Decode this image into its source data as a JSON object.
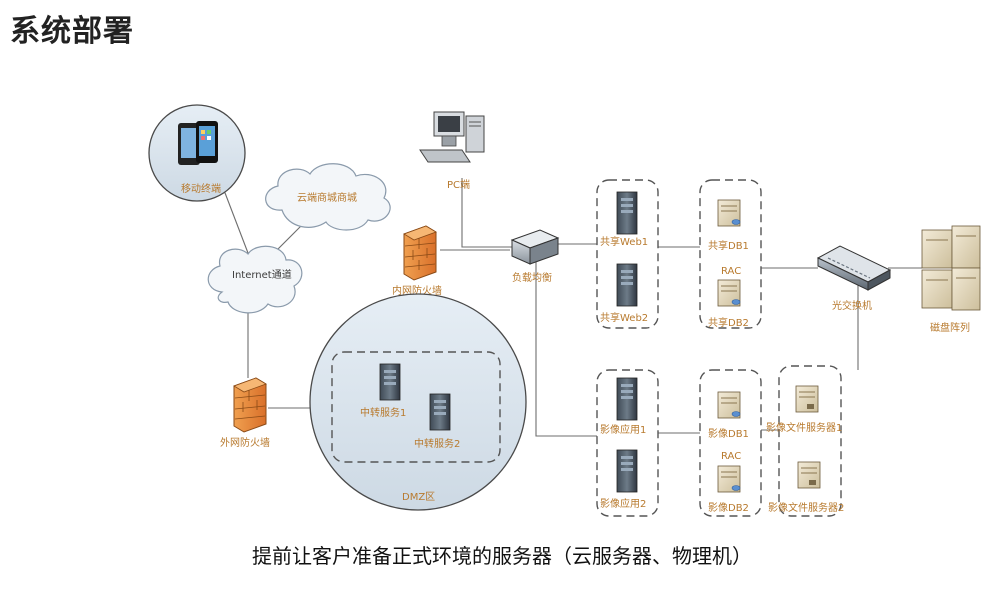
{
  "page": {
    "title": "系统部署",
    "caption": "提前让客户准备正式环境的服务器（云服务器、物理机）"
  },
  "nodes": {
    "mobile": "移动终端",
    "cloud_mall": "云端商城商城",
    "internet": "Internet通道",
    "pc": "PC端",
    "inner_firewall": "内网防火墙",
    "outer_firewall": "外网防火墙",
    "load_balancer": "负载均衡",
    "relay1": "中转服务1",
    "relay2": "中转服务2",
    "dmz": "DMZ区",
    "web1": "共享Web1",
    "web2": "共享Web2",
    "db1": "共享DB1",
    "db2": "共享DB2",
    "rac1": "RAC",
    "fiber_switch": "光交换机",
    "disk_array": "磁盘阵列",
    "img_app1": "影像应用1",
    "img_app2": "影像应用2",
    "img_db1": "影像DB1",
    "img_db2": "影像DB2",
    "rac2": "RAC",
    "file_srv1": "影像文件服务器1",
    "file_srv2": "影像文件服务器2"
  }
}
